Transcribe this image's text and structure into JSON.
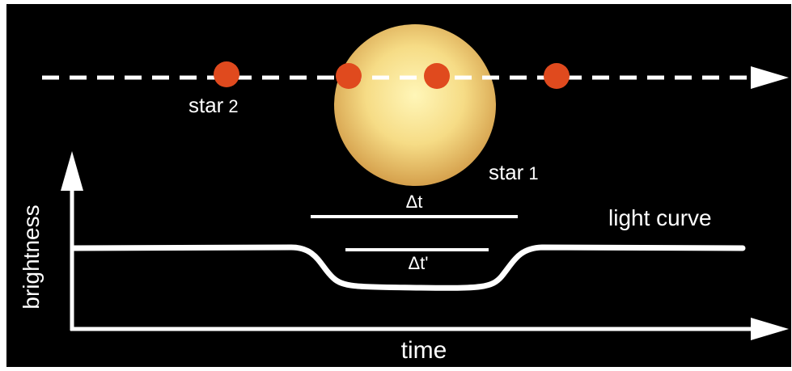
{
  "labels": {
    "star2": "star",
    "star2_num": "2",
    "star1": "star",
    "star1_num": "1",
    "delta_t": "Δt",
    "delta_t_prime": "Δt'",
    "light_curve": "light curve",
    "brightness": "brightness",
    "time": "time"
  },
  "colors": {
    "background": "#000000",
    "foreground": "#ffffff",
    "planet": "#e04a1e",
    "star_center": "#fff6b8",
    "star_mid": "#f6dc86",
    "star_edge": "#d6a24e"
  },
  "planet_positions_count": 4
}
